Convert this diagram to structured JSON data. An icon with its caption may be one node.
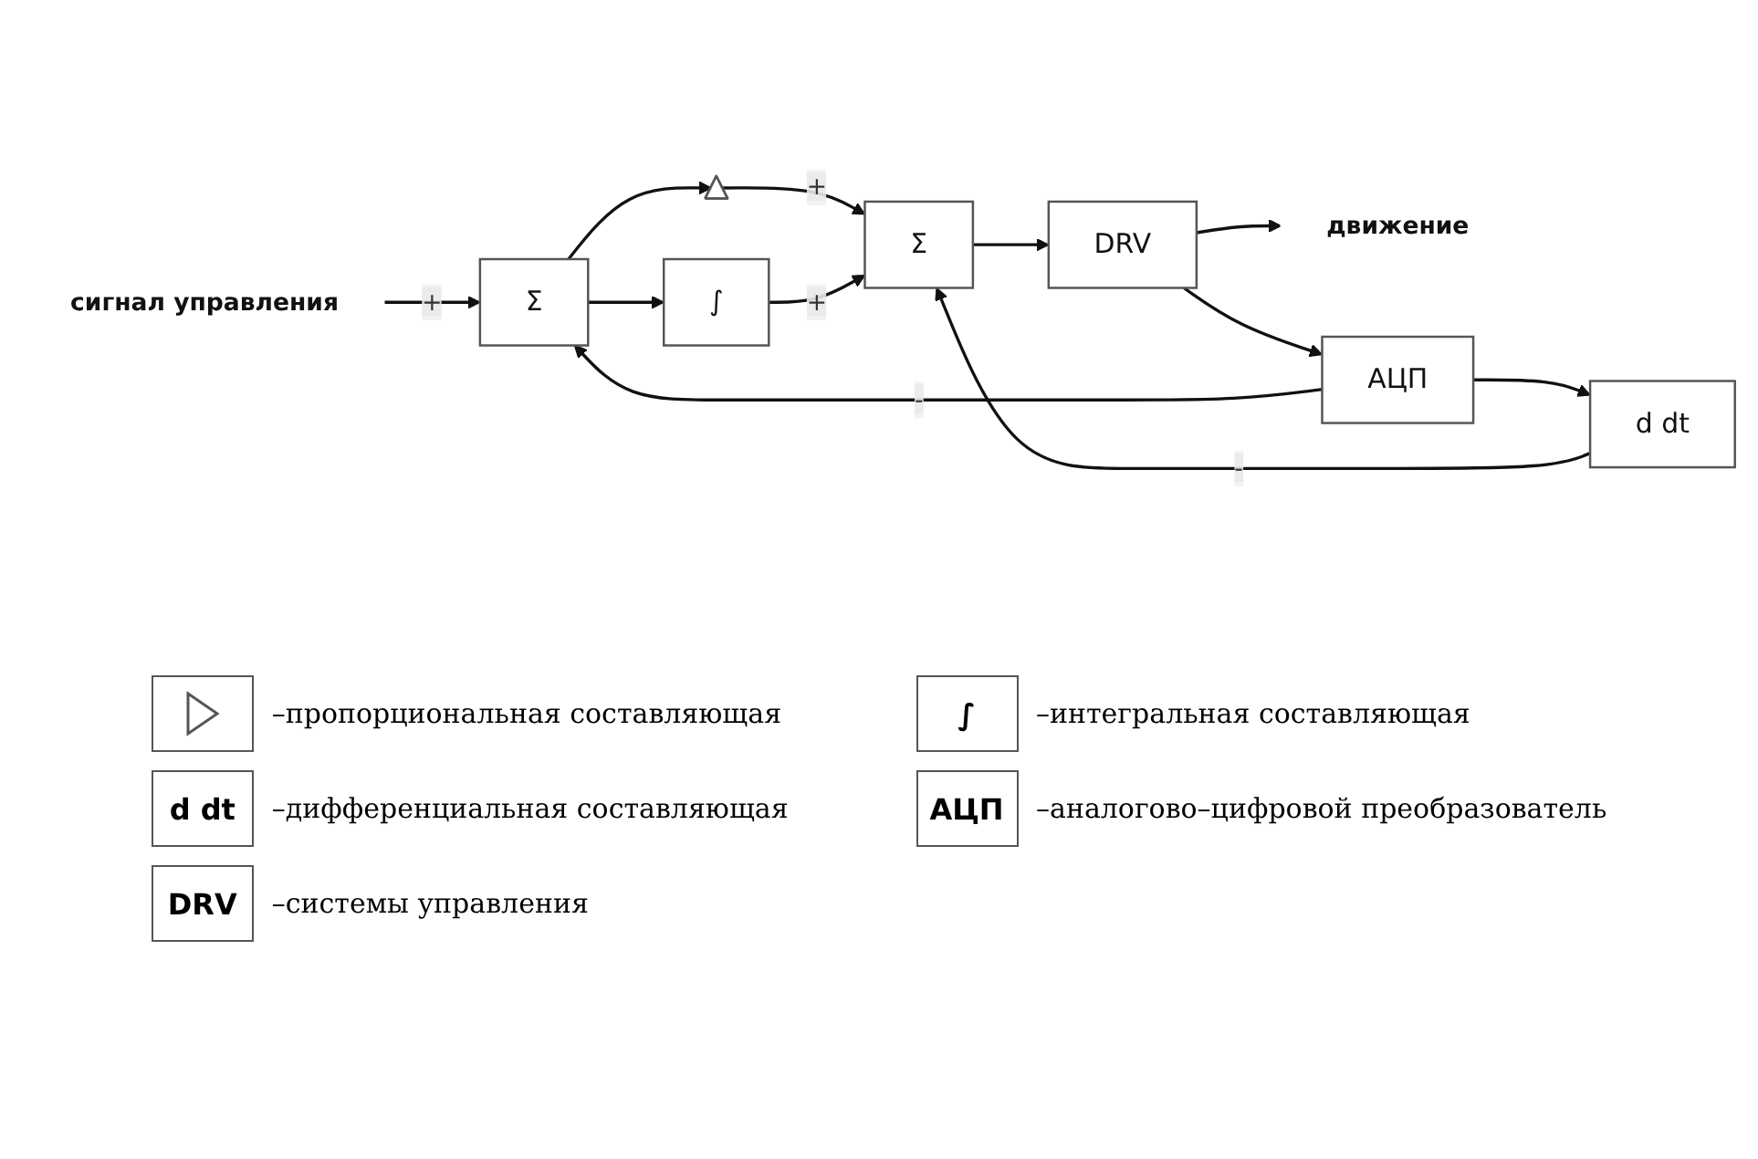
{
  "diagram": {
    "nodes": [
      {
        "text": [
          "сигнал управления"
        ]
      },
      {
        "text": [
          "Σ"
        ]
      },
      {
        "text": [],
        "shape": "triangle"
      },
      {
        "text": [
          "∫"
        ]
      },
      {
        "text": [
          "Σ"
        ]
      },
      {
        "text": [
          "DRV"
        ]
      },
      {
        "text": [
          "движение"
        ]
      },
      {
        "text": [
          "d dt"
        ]
      },
      {
        "text": [
          "АЦП"
        ]
      }
    ],
    "edges": [
      {
        "from": 0,
        "to": 1,
        "arrow": "to",
        "label": "+"
      },
      {
        "from": 1,
        "to": 2,
        "arrow": "to"
      },
      {
        "from": 1,
        "to": 3,
        "arrow": "to"
      },
      {
        "from": 2,
        "to": 4,
        "arrow": "to",
        "label": "+"
      },
      {
        "from": 3,
        "to": 4,
        "arrow": "to",
        "label": "+"
      },
      {
        "from": 4,
        "to": 5,
        "arrow": "to"
      },
      {
        "from": 5,
        "to": 6,
        "arrow": "to"
      },
      {
        "from": 5,
        "to": 8,
        "arrow": "to"
      },
      {
        "from": 8,
        "to": 7,
        "arrow": "to"
      },
      {
        "from": 7,
        "to": 4,
        "arrow": "to",
        "label": "-"
      },
      {
        "from": 8,
        "to": 1,
        "arrow": "to",
        "label": "-"
      }
    ],
    "labels": [
      "∫",
      "d dt",
      "АЦП",
      "DRV"
    ],
    "legend": [
      {
        "text": "–пропорциональная составляющая"
      },
      {
        "text": "–интегральная составляющая"
      },
      {
        "text": "–дифференциальная составляющая"
      },
      {
        "text": "–аналогово–цифровой преобразователь"
      },
      {
        "text": "–системы управления"
      }
    ]
  }
}
